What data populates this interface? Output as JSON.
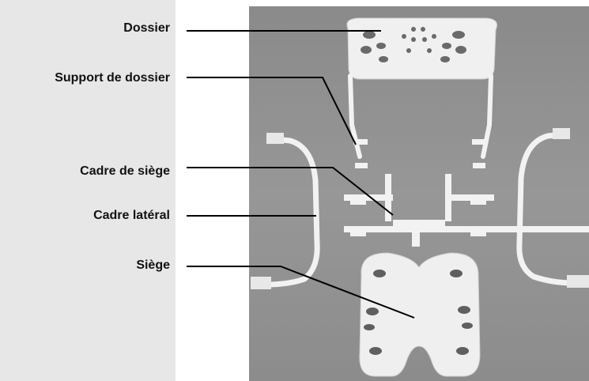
{
  "labels": {
    "backrest": "Dossier",
    "backrest_support": "Support de dossier",
    "seat_frame": "Cadre de siège",
    "side_frame": "Cadre latéral",
    "seat": "Siège"
  },
  "colors": {
    "panel": "#e7e7e7",
    "photo_background": "#8f8f8f",
    "part_white": "#f2f2f2",
    "leader_line": "#000000"
  }
}
